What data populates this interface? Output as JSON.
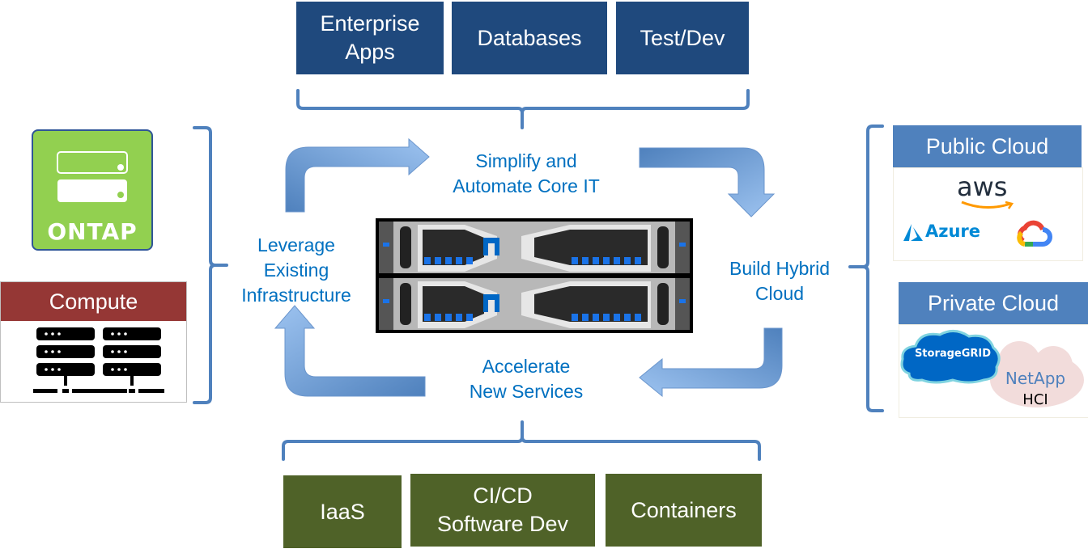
{
  "top_workloads": [
    {
      "label": "Enterprise\nApps"
    },
    {
      "label": "Databases"
    },
    {
      "label": "Test/Dev"
    }
  ],
  "bottom_services": [
    {
      "label": "IaaS"
    },
    {
      "label": "CI/CD\nSoftware Dev"
    },
    {
      "label": "Containers"
    }
  ],
  "cycle": {
    "top": "Simplify  and\nAutomate Core IT",
    "right": "Build  Hybrid\nCloud",
    "bottom": "Accelerate\nNew Services",
    "left": "Leverage\nExisting\nInfrastructure"
  },
  "left_panel": {
    "ontap_label": "ONTAP",
    "compute_label": "Compute"
  },
  "right_panel": {
    "public_cloud": {
      "title": "Public Cloud",
      "providers": [
        "aws",
        "Azure",
        "Google Cloud"
      ]
    },
    "private_cloud": {
      "title": "Private Cloud",
      "storagegrid_label": "StorageGRID",
      "netapp_label": "NetApp",
      "hci_label": "HCI"
    }
  },
  "colors": {
    "workload_blue": "#1f497d",
    "service_green": "#4f6228",
    "arrow_blue": "#4f81bd",
    "text_blue": "#0070c0",
    "ontap_green": "#92d050",
    "compute_red": "#953735",
    "netapp_blue": "#0067c5"
  }
}
